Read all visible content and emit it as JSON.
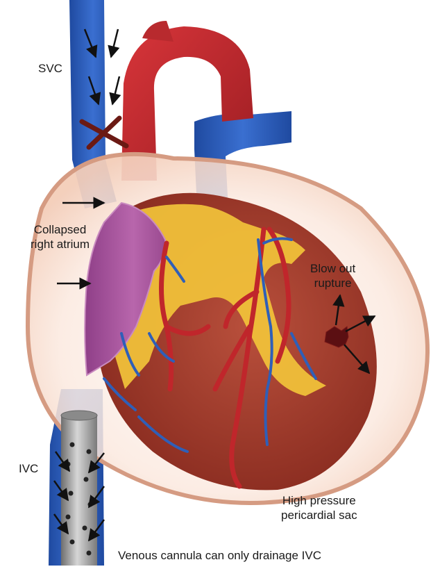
{
  "labels": {
    "svc": "SVC",
    "ivc": "IVC",
    "collapsed_line1": "Collapsed",
    "collapsed_line2": "right atrium",
    "rupture_line1": "Blow out",
    "rupture_line2": "rupture",
    "sac_line1": "High pressure",
    "sac_line2": "pericardial sac",
    "caption": "Venous cannula can only drainage IVC"
  },
  "colors": {
    "vein_blue": "#2f5fb8",
    "aorta_red": "#c0262b",
    "myocardium": "#a8402e",
    "fat_yellow": "#f2c33a",
    "atrium_purple": "#a8559e",
    "pericardium_edge": "#d59b82",
    "cannula_gray": "#9a9a9a",
    "blockage_x": "#6b1a14",
    "arrow": "#111111"
  },
  "icons": {
    "blockage": "x-mark-icon",
    "rupture": "rupture-hole-icon"
  }
}
